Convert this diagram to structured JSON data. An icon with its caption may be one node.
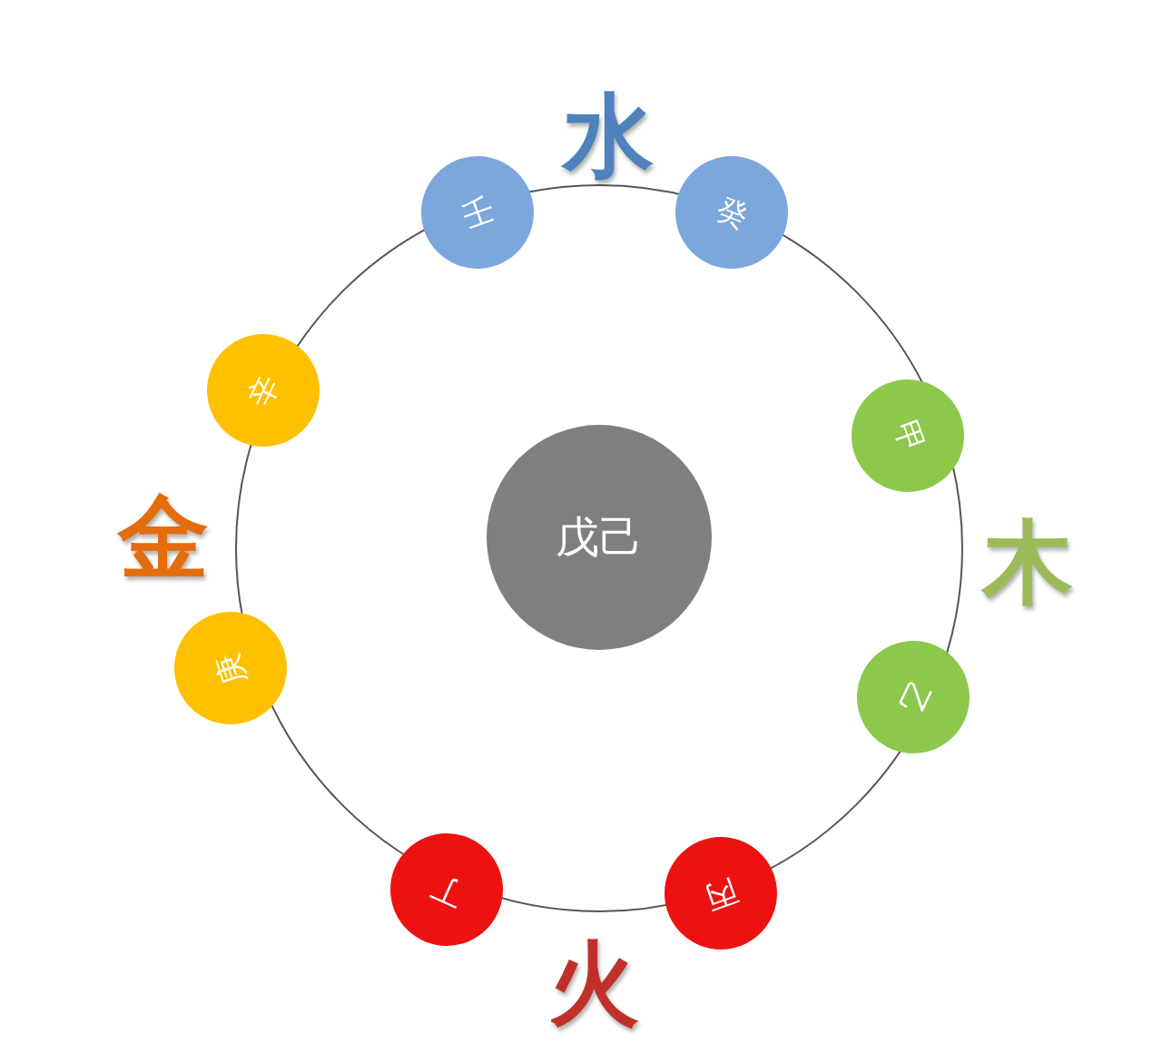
{
  "diagram": {
    "nodes": [
      {
        "text": [
          "壬"
        ]
      },
      {
        "text": [
          "癸"
        ]
      },
      {
        "text": [
          "辛"
        ]
      },
      {
        "text": [
          "甲"
        ]
      },
      {
        "text": [
          "戊己"
        ]
      },
      {
        "text": [
          "庚"
        ]
      },
      {
        "text": [
          "乙"
        ]
      },
      {
        "text": [
          "丁"
        ]
      },
      {
        "text": [
          "丙"
        ]
      }
    ],
    "labels": [
      "水",
      "金",
      "木",
      "火"
    ]
  }
}
